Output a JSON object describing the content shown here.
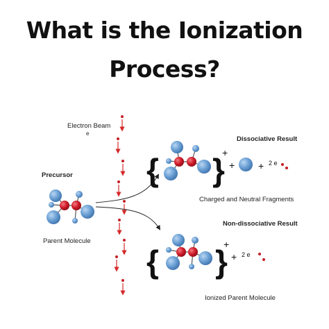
{
  "title": {
    "line1": "What is the Ionization",
    "line2": "Process?"
  },
  "labels": {
    "electron_beam": "Electron Beam",
    "electron_symbol": "e",
    "precursor": "Precursor",
    "parent_molecule": "Parent Molecule",
    "dissociative_result": "Dissociative Result",
    "charged_fragments": "Charged and Neutral Fragments",
    "non_dissociative_result": "Non-dissociative Result",
    "ionized_parent": "Ionized Parent Molecule"
  },
  "formula": {
    "left_brace": "{",
    "right_brace": "}",
    "plus_sup": "+",
    "plus": "+",
    "two_e": "2 e"
  },
  "colors": {
    "arrow_red": "#d42a2a",
    "atom_blue": "#6a9fd4",
    "atom_blue_dark": "#3f73ad",
    "atom_red": "#d01c2a",
    "electron_dot": "#c41e24"
  }
}
